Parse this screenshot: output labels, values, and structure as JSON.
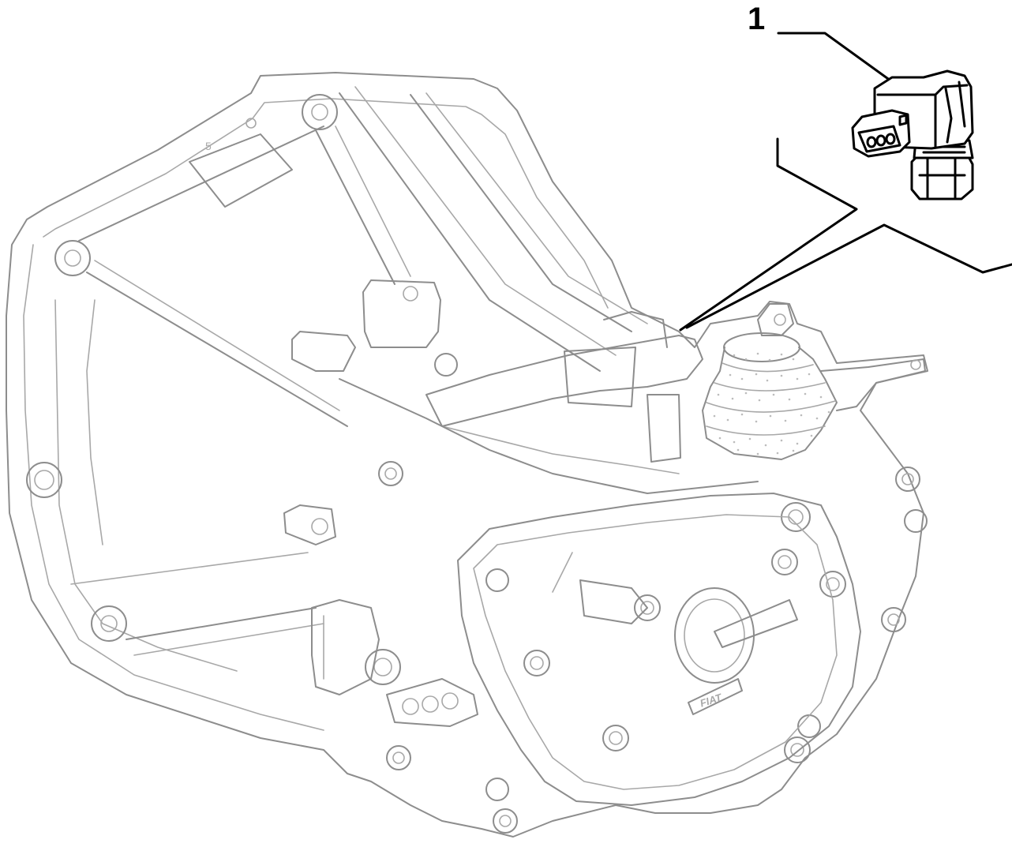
{
  "diagram": {
    "callouts": [
      {
        "id": "part-1",
        "label": "1"
      }
    ],
    "emblem_text": "FIAT"
  },
  "colors": {
    "outline": "#a8a8a8",
    "callout": "#000000",
    "background": "#ffffff"
  }
}
